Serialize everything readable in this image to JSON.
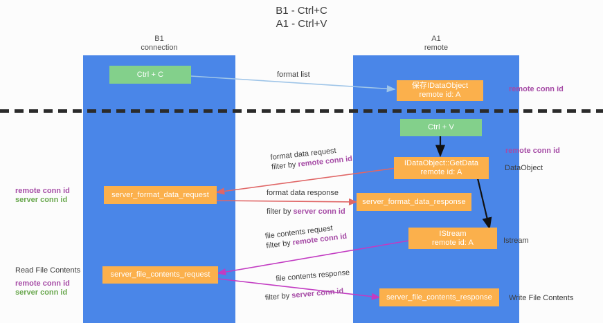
{
  "title": {
    "line1": "B1 - Ctrl+C",
    "line2": "A1 - Ctrl+V"
  },
  "lanes": [
    {
      "name": "B1",
      "sub": "connection"
    },
    {
      "name": "A1",
      "sub": "remote"
    }
  ],
  "nodes": {
    "ctrl_c": {
      "label": "Ctrl + C",
      "color": "#83d08b"
    },
    "save_idataobject": {
      "line1": "保存IDataObject",
      "line2": "remote id: A",
      "color": "#fbb04c"
    },
    "ctrl_v": {
      "label": "Ctrl + V",
      "color": "#83d08b"
    },
    "getdata": {
      "line1": "IDataObject::GetData",
      "line2": "remote id: A",
      "color": "#fbb04c"
    },
    "fmt_req": {
      "label": "server_format_data_request",
      "color": "#fbb04c"
    },
    "fmt_resp": {
      "label": "server_format_data_response",
      "color": "#fbb04c"
    },
    "istream": {
      "line1": "IStream",
      "line2": "remote id: A",
      "color": "#fbb04c"
    },
    "file_req": {
      "label": "server_file_contents_request",
      "color": "#fbb04c"
    },
    "file_resp": {
      "label": "server_file_contents_response",
      "color": "#fbb04c"
    }
  },
  "edges": {
    "format_list": {
      "label": "format list"
    },
    "fmt_data_request": {
      "l1": "format data request",
      "l2_prefix": "filter by ",
      "l2_accent": "remote conn id"
    },
    "fmt_data_response": {
      "l1": "format data response",
      "l2_prefix": "filter by ",
      "l2_accent": "server conn id"
    },
    "file_contents_request": {
      "l1": "file contents request",
      "l2_prefix": "filter by ",
      "l2_accent": "remote conn id"
    },
    "file_contents_response": {
      "l1": "file contents response",
      "l2_prefix": "filter by ",
      "l2_accent": "server conn id"
    }
  },
  "annotations": {
    "remote_conn_id_top": "remote conn id",
    "remote_conn_id_mid": "remote conn id",
    "dataobject": "DataObject",
    "istream": "Istream",
    "write_file_contents": "Write File Contents",
    "read_file_contents": "Read File Contents",
    "left_remote_conn_id_a": "remote conn id",
    "left_server_conn_id_a": "server conn id",
    "left_remote_conn_id_b": "remote conn id",
    "left_server_conn_id_b": "server conn id"
  },
  "colors": {
    "lane": "#4a86e8",
    "green_node": "#83d08b",
    "orange_node": "#fbb04c",
    "purple_text": "#a64ca6",
    "green_text": "#6aa84f",
    "arrow_blue": "#9fc5e8",
    "arrow_red": "#e06666",
    "arrow_magenta": "#c23bc2",
    "arrow_black": "#000000",
    "divider": "#2b2b2b"
  }
}
